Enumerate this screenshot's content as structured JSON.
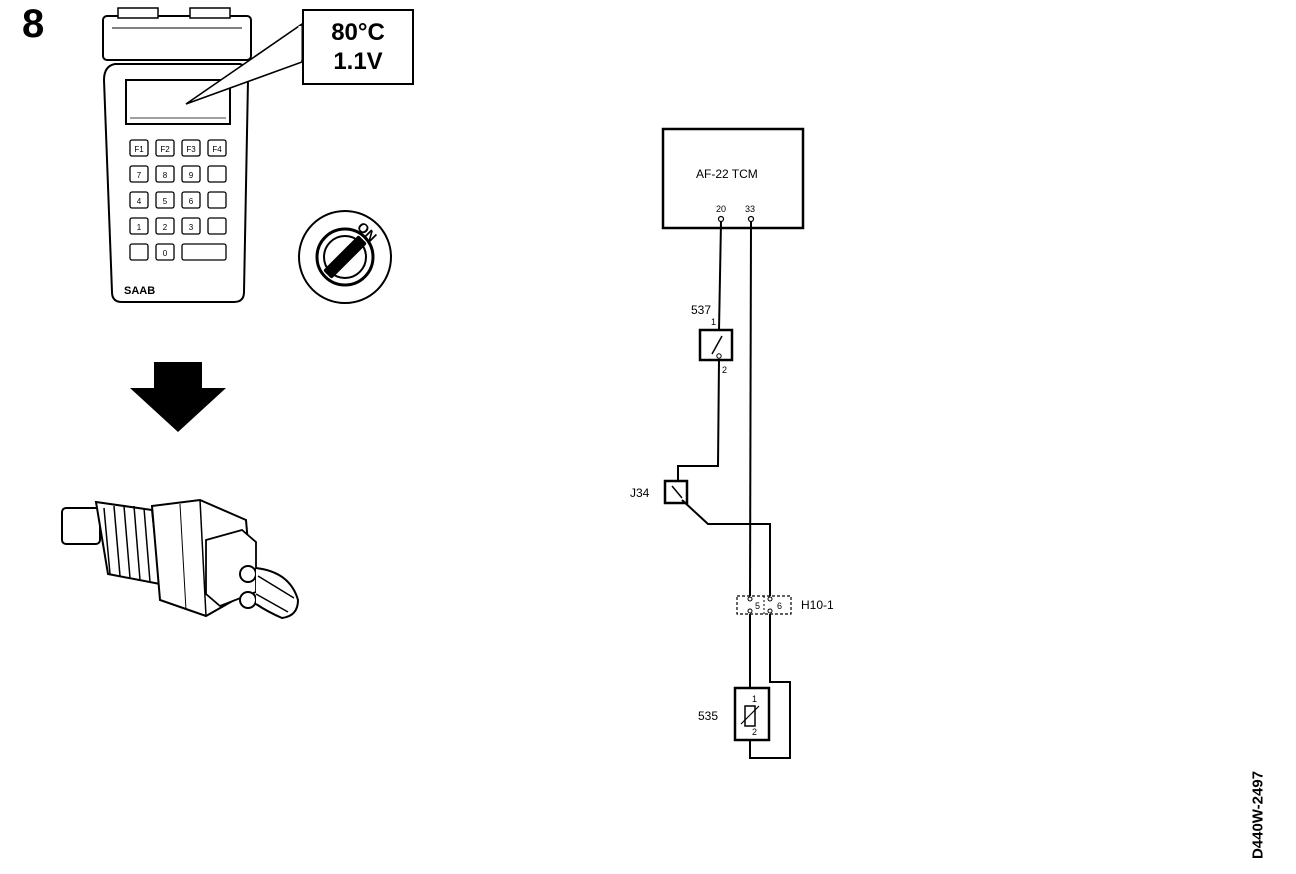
{
  "step": {
    "number": "8"
  },
  "scan_tool": {
    "brand": "SAAB",
    "display": {
      "temperature": "80°C",
      "voltage": "1.1V"
    },
    "keys": [
      [
        "F1",
        "F2",
        "F3",
        "F4"
      ],
      [
        "7",
        "8",
        "9",
        ""
      ],
      [
        "4",
        "5",
        "6",
        ""
      ],
      [
        "1",
        "2",
        "3",
        ""
      ],
      [
        "",
        "0",
        ""
      ]
    ]
  },
  "ignition": {
    "position_label": "ON"
  },
  "schematic": {
    "control_unit": {
      "label": "AF-22 TCM",
      "pins": [
        "20",
        "33"
      ]
    },
    "switch": {
      "id": "537",
      "pins": [
        "1",
        "2"
      ]
    },
    "junction": {
      "id": "J34"
    },
    "connector": {
      "id": "H10-1",
      "pins": [
        "5",
        "6"
      ]
    },
    "sensor": {
      "id": "535",
      "pins": [
        "1",
        "2"
      ]
    }
  },
  "document": {
    "id": "D440W-2497"
  }
}
